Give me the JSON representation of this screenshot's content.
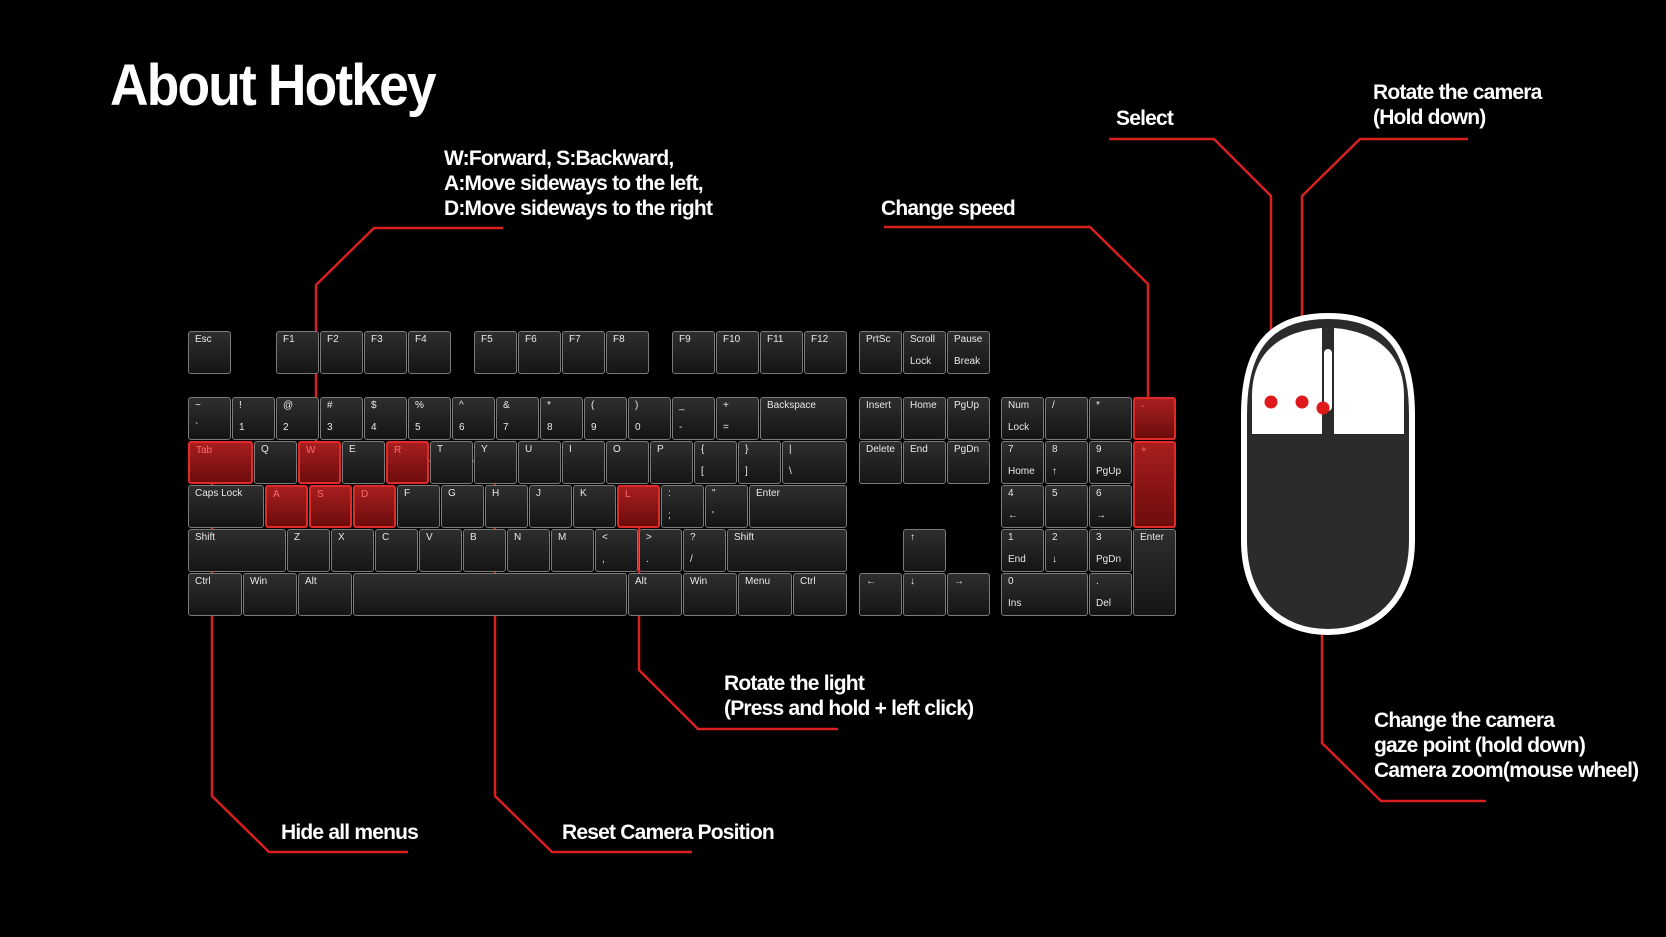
{
  "title": "About Hotkey",
  "colors": {
    "accent": "#e02a2a",
    "background": "#000000",
    "key": "#222222",
    "text": "#ffffff"
  },
  "labels": {
    "wasd": [
      "W:Forward, S:Backward,",
      "A:Move sideways to the left,",
      "D:Move sideways to the right"
    ],
    "change_speed": "Change speed",
    "select": "Select",
    "rotate_camera": [
      "Rotate the camera",
      "(Hold down)"
    ],
    "rotate_light": [
      "Rotate the light",
      "(Press and hold + left click)"
    ],
    "hide_menus": "Hide all menus",
    "reset_camera": "Reset Camera Position",
    "gaze_point": [
      "Change the camera",
      "gaze point (hold down)",
      "Camera zoom(mouse wheel)"
    ]
  },
  "keyboard": {
    "esc": "Esc",
    "f1": "F1",
    "f2": "F2",
    "f3": "F3",
    "f4": "F4",
    "f5": "F5",
    "f6": "F6",
    "f7": "F7",
    "f8": "F8",
    "f9": "F9",
    "f10": "F10",
    "f11": "F11",
    "f12": "F12",
    "prtsc": "PrtSc",
    "scroll": [
      "Scroll",
      "Lock"
    ],
    "pause": [
      "Pause",
      "Break"
    ],
    "tilde": [
      "~",
      "`"
    ],
    "n1": [
      "!",
      "1"
    ],
    "n2": [
      "@",
      "2"
    ],
    "n3": [
      "#",
      "3"
    ],
    "n4": [
      "$",
      "4"
    ],
    "n5": [
      "%",
      "5"
    ],
    "n6": [
      "^",
      "6"
    ],
    "n7": [
      "&",
      "7"
    ],
    "n8": [
      "*",
      "8"
    ],
    "n9": [
      "(",
      "9"
    ],
    "n0": [
      ")",
      "0"
    ],
    "minus": [
      "_",
      "-"
    ],
    "plus": [
      "+",
      "="
    ],
    "backspace": "Backspace",
    "tab": "Tab",
    "q": "Q",
    "w": "W",
    "e": "E",
    "r": "R",
    "t": "T",
    "y": "Y",
    "u": "U",
    "i": "I",
    "o": "O",
    "p": "P",
    "lbr": [
      "{",
      "["
    ],
    "rbr": [
      "}",
      "]"
    ],
    "bsl": [
      "|",
      "\\"
    ],
    "caps": "Caps Lock",
    "a": "A",
    "s": "S",
    "d": "D",
    "f": "F",
    "g": "G",
    "h": "H",
    "j": "J",
    "k": "K",
    "l": "L",
    "semi": [
      ":",
      ";"
    ],
    "quote": [
      "\"",
      "'"
    ],
    "enter": "Enter",
    "lshift": "Shift",
    "z": "Z",
    "x": "X",
    "c": "C",
    "v": "V",
    "b": "B",
    "n": "N",
    "m": "M",
    "comma": [
      "<",
      ","
    ],
    "period": [
      ">",
      "."
    ],
    "slash": [
      "?",
      "/"
    ],
    "rshift": "Shift",
    "lctrl": "Ctrl",
    "lwin": "Win",
    "lalt": "Alt",
    "ralt": "Alt",
    "rwin": "Win",
    "menu": "Menu",
    "rctrl": "Ctrl",
    "insert": "Insert",
    "home": "Home",
    "pgup": "PgUp",
    "delete": "Delete",
    "end": "End",
    "pgdn": "PgDn",
    "up": "↑",
    "left": "←",
    "down": "↓",
    "right": "→",
    "numlock": [
      "Num",
      "Lock"
    ],
    "npdiv": "/",
    "npmul": "*",
    "npminus": "-",
    "npplus": "+",
    "np7": [
      "7",
      "Home"
    ],
    "np8": [
      "8",
      "↑"
    ],
    "np9": [
      "9",
      "PgUp"
    ],
    "np4": [
      "4",
      "←"
    ],
    "np5": "5",
    "np6": [
      "6",
      "→"
    ],
    "np1": [
      "1",
      "End"
    ],
    "np2": [
      "2",
      "↓"
    ],
    "np3": [
      "3",
      "PgDn"
    ],
    "npenter": "Enter",
    "np0": [
      "0",
      "Ins"
    ],
    "npdot": [
      ".",
      "Del"
    ]
  }
}
